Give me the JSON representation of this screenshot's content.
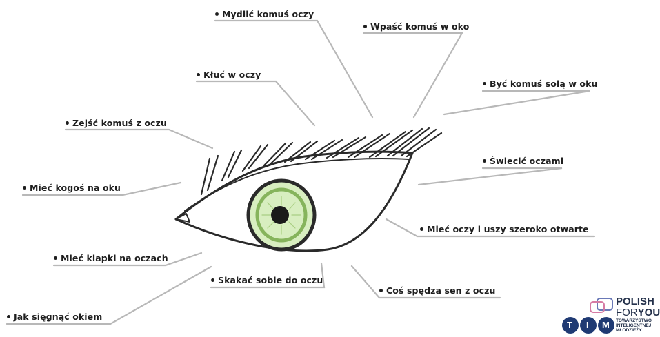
{
  "idioms": [
    "Mydlić komuś oczy",
    "Wpaść komuś w oko",
    "Kłuć w oczy",
    "Być komuś solą w oku",
    "Zejść komuś z oczu",
    "Świecić oczami",
    "Mieć kogoś na oku",
    "Mieć oczy i uszy szeroko otwarte",
    "Mieć klapki na oczach",
    "Skakać sobie do oczu",
    "Coś spędza sen z oczu",
    "Jak sięgnąć okiem"
  ],
  "logos": {
    "polish_line1": "POLISH",
    "polish_for": "FOR",
    "polish_you": "YOU",
    "tim_letters": [
      "T",
      "I",
      "M"
    ],
    "tim_text": [
      "TOWARZYSTWO",
      "INTELIGENTNEJ",
      "MŁODZIEŻY"
    ]
  },
  "colors": {
    "line": "#b8b8b8",
    "outline": "#2a2a2a",
    "iris": "#d8eec0",
    "iris_ring": "#86b45c",
    "logo_blue": "#1f3a73"
  }
}
